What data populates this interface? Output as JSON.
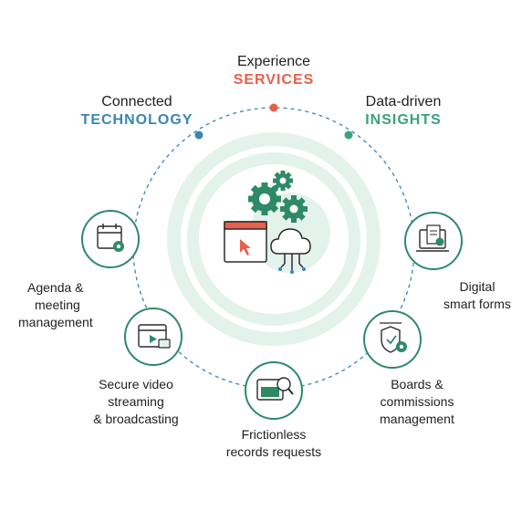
{
  "headers": {
    "experience": {
      "line1": "Experience",
      "line2": "SERVICES",
      "color": "#e8604c"
    },
    "technology": {
      "line1": "Connected",
      "line2": "TECHNOLOGY",
      "color": "#3a86b4"
    },
    "insights": {
      "line1": "Data-driven",
      "line2": "INSIGHTS",
      "color": "#3aa37a"
    }
  },
  "features": [
    {
      "id": "agenda",
      "lines": [
        "Agenda &",
        "meeting",
        "management"
      ],
      "icon": "calendar-gear-icon"
    },
    {
      "id": "video",
      "lines": [
        "Secure video",
        "streaming",
        "& broadcasting"
      ],
      "icon": "video-player-icon"
    },
    {
      "id": "records",
      "lines": [
        "Frictionless",
        "records requests"
      ],
      "icon": "folder-search-icon"
    },
    {
      "id": "boards",
      "lines": [
        "Boards &",
        "commissions",
        "management"
      ],
      "icon": "shield-gear-icon"
    },
    {
      "id": "forms",
      "lines": [
        "Digital",
        "smart forms"
      ],
      "icon": "laptop-form-icon"
    }
  ],
  "center": {
    "icon": "gears-window-cloud-icon"
  },
  "colors": {
    "green": "#2e8a66",
    "light_green": "#e4f2ec",
    "dash": "#3a86b4",
    "dark": "#2b2b2b",
    "red": "#e8604c"
  }
}
